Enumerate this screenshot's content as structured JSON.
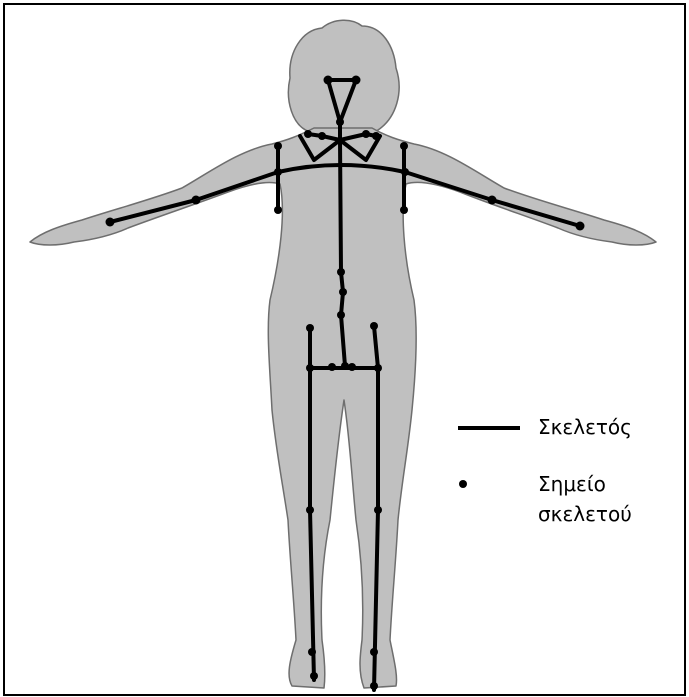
{
  "figure": {
    "legend": {
      "skeleton_label": "Σκελετός",
      "point_label_line1": "Σημείο",
      "point_label_line2": "σκελετού"
    },
    "colors": {
      "silhouette_fill": "#c0c0c0",
      "silhouette_stroke": "#707070",
      "skeleton": "#000000",
      "background": "#ffffff"
    }
  }
}
